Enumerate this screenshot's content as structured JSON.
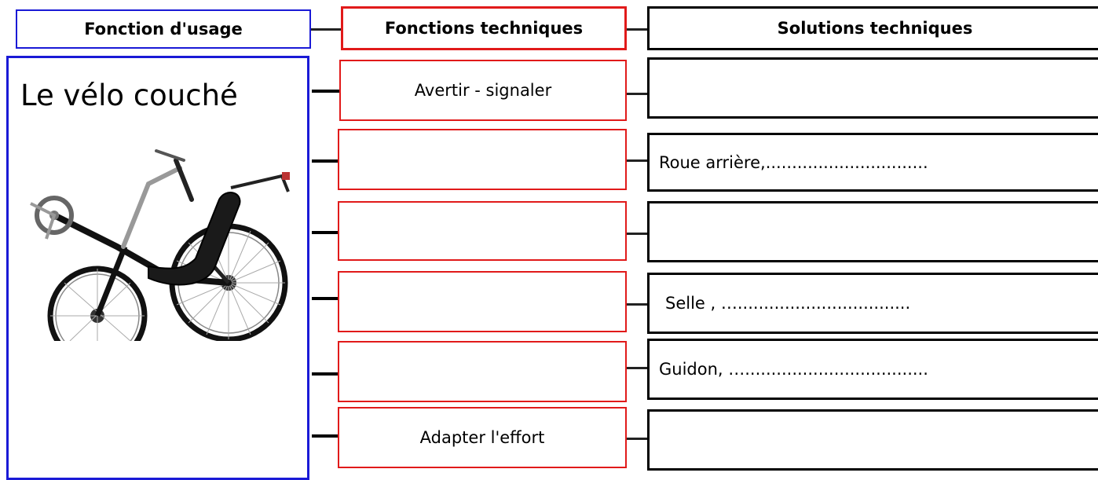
{
  "headers": {
    "usage": "Fonction d'usage",
    "technical": "Fonctions techniques",
    "solutions": "Solutions techniques"
  },
  "product": {
    "title": "Le vélo couché",
    "image_icon": "recumbent-bike"
  },
  "rows": [
    {
      "function": "Avertir - signaler",
      "solution": ""
    },
    {
      "function": "",
      "solution": "Roue arrière,..............................."
    },
    {
      "function": "",
      "solution": ""
    },
    {
      "function": "",
      "solution": "Selle , …................................."
    },
    {
      "function": "",
      "solution": "Guidon, …..................................."
    },
    {
      "function": "Adapter l'effort",
      "solution": ""
    }
  ],
  "colors": {
    "usage_border": "#1a1ad6",
    "technical_border": "#e11a1a",
    "solution_border": "#000000"
  }
}
